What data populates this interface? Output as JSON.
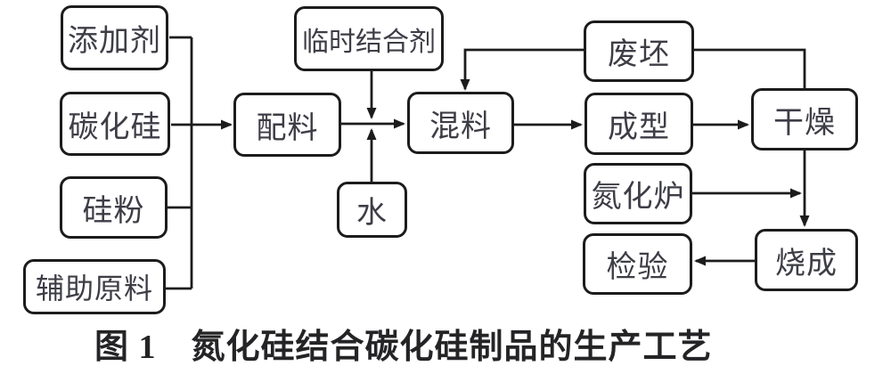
{
  "figure": {
    "caption": "图 1　氮化硅结合碳化硅制品的生产工艺",
    "nodes": {
      "additive": "添加剂",
      "silicon_carbide": "碳化硅",
      "silicon_powder": "硅粉",
      "auxiliary_material": "辅助原料",
      "temporary_binder": "临时结合剂",
      "batching": "配料",
      "water": "水",
      "mixing": "混料",
      "waste_blank": "废坯",
      "forming": "成型",
      "drying": "干燥",
      "nitriding_furnace": "氮化炉",
      "inspection": "检验",
      "firing": "烧成"
    },
    "edges": [
      {
        "from": "添加剂",
        "to": "配料"
      },
      {
        "from": "碳化硅",
        "to": "配料"
      },
      {
        "from": "硅粉",
        "to": "配料"
      },
      {
        "from": "辅助原料",
        "to": "配料"
      },
      {
        "from": "配料",
        "to": "混料"
      },
      {
        "from": "临时结合剂",
        "to": "混料"
      },
      {
        "from": "水",
        "to": "混料"
      },
      {
        "from": "废坯",
        "to": "混料"
      },
      {
        "from": "混料",
        "to": "成型"
      },
      {
        "from": "成型",
        "to": "干燥"
      },
      {
        "from": "干燥",
        "to": "废坯"
      },
      {
        "from": "干燥",
        "to": "烧成"
      },
      {
        "from": "氮化炉",
        "to": "烧成"
      },
      {
        "from": "烧成",
        "to": "检验"
      }
    ],
    "colors": {
      "line": "#1c1c1c",
      "text": "#3d3d46",
      "background": "#ffffff"
    }
  }
}
